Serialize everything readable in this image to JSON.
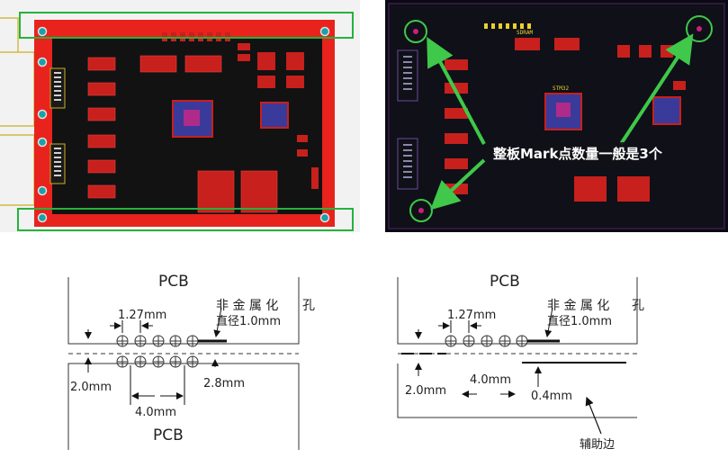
{
  "right_board": {
    "annotation": "整板Mark点数量一般是3个",
    "silk_labels": [
      "SDRAM",
      "STM32"
    ]
  },
  "diagram_left": {
    "pcb_top": "PCB",
    "pcb_bottom": "PCB",
    "pitch": "1.27mm",
    "note_line1": "非 金 属 化",
    "note_char": "孔",
    "diameter": "直径1.0mm",
    "left_dim": "2.0mm",
    "span": "4.0mm",
    "right_dim": "2.8mm"
  },
  "diagram_right": {
    "pcb_top": "PCB",
    "pitch": "1.27mm",
    "note_line1": "非 金 属 化",
    "note_char": "孔",
    "diameter": "直径1.0mm",
    "left_dim": "2.0mm",
    "span": "4.0mm",
    "gap": "0.4mm",
    "edge_label": "辅助边"
  },
  "colors": {
    "board_red": "#e8231e",
    "board_dark": "#101018",
    "highlight_green": "#26b23c",
    "arrow_green": "#3fc84a",
    "pad_yellow": "#e8d22a"
  }
}
